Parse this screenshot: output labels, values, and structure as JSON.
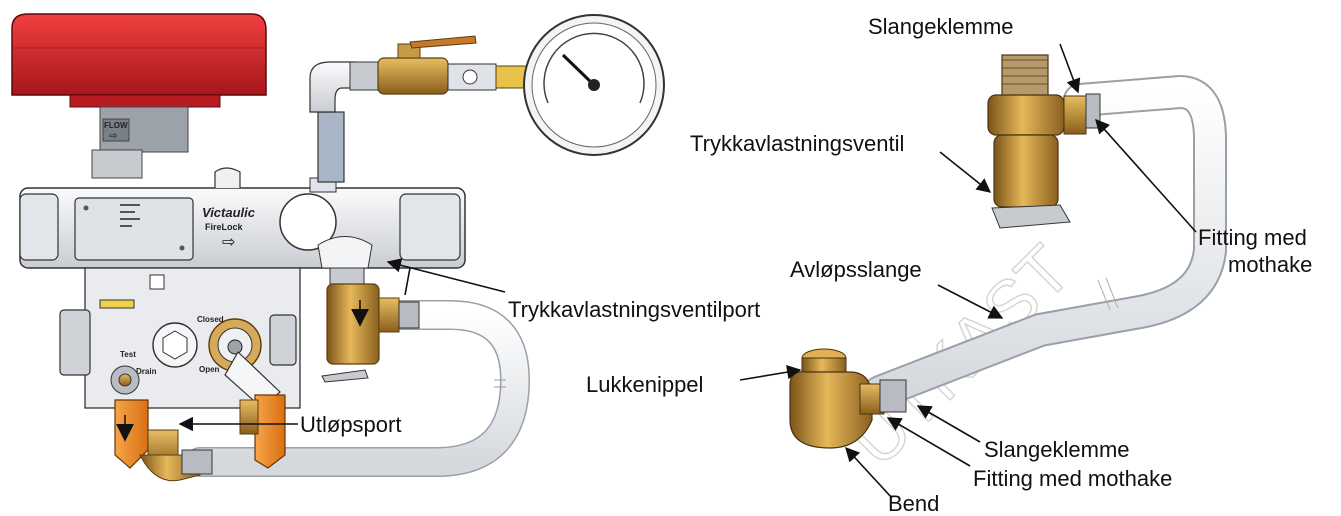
{
  "callouts": {
    "slangeklemme_top": "Slangeklemme",
    "trykkavlastningsventil": "Trykkavlastningsventil",
    "fitting_top": "Fitting med\nmothake",
    "fitting_top_line1": "Fitting med",
    "fitting_top_line2": "mothake",
    "avlopsslange": "Avløpsslange",
    "trykkavlastningsventilport": "Trykkavlastningsventilport",
    "utlopsport": "Utløpsport",
    "lukkenippel": "Lukkenippel",
    "slangeklemme_bottom": "Slangeklemme",
    "fitting_bottom": "Fitting med mothake",
    "bend": "Bend"
  },
  "device_labels": {
    "flow": "FLOW",
    "brand": "Victaulic",
    "fire_lock": "FireLock",
    "closed": "Closed",
    "open": "Open",
    "test": "Test",
    "drain": "Drain"
  },
  "watermark": "UTKAST",
  "colors": {
    "actuator_red": "#d9262b",
    "brass": "#b5842a",
    "orange_handle": "#ee8a22",
    "hose": "#eef1f4",
    "body_steel": "#e7e9ec"
  }
}
